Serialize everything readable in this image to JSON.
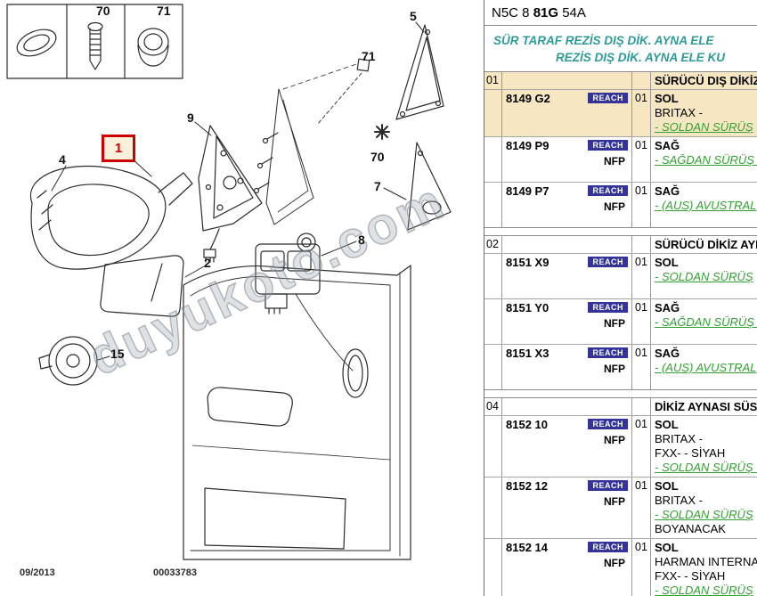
{
  "header": {
    "code_prefix": "N5C 8 ",
    "code_bold": "81G",
    "code_suffix": " 54A",
    "subtitle_line1": "SÜR TARAF REZİS DIŞ DİK. AYNA ELE",
    "subtitle_line2": "REZİS DIŞ DİK. AYNA ELE KU"
  },
  "table": {
    "groups": [
      {
        "id": "01",
        "title": "SÜRÜCÜ DIŞ DİKİZ",
        "highlight": true,
        "rows": [
          {
            "part": "8149 G2",
            "reach": "REACH",
            "nfp": "",
            "qty": "01",
            "highlight": true,
            "lines": [
              {
                "text": "SOL",
                "style": "bold"
              },
              {
                "text": "BRITAX -",
                "style": "plain"
              },
              {
                "text": "- SOLDAN SÜRÜŞ",
                "style": "note"
              }
            ]
          },
          {
            "part": "8149 P9",
            "reach": "REACH",
            "nfp": "NFP",
            "qty": "01",
            "lines": [
              {
                "text": "SAĞ",
                "style": "bold"
              },
              {
                "text": "- SAĞDAN SÜRÜŞ R",
                "style": "note"
              }
            ]
          },
          {
            "part": "8149 P7",
            "reach": "REACH",
            "nfp": "NFP",
            "qty": "01",
            "lines": [
              {
                "text": "SAĞ",
                "style": "bold"
              },
              {
                "text": "- (AUS) AVUSTRAL",
                "style": "note"
              }
            ]
          }
        ]
      },
      {
        "id": "02",
        "title": "SÜRÜCÜ DİKİZ AYN",
        "highlight": false,
        "rows": [
          {
            "part": "8151 X9",
            "reach": "REACH",
            "nfp": "",
            "qty": "01",
            "lines": [
              {
                "text": "SOL",
                "style": "bold"
              },
              {
                "text": "- SOLDAN SÜRÜŞ",
                "style": "note"
              }
            ]
          },
          {
            "part": "8151 Y0",
            "reach": "REACH",
            "nfp": "NFP",
            "qty": "01",
            "lines": [
              {
                "text": "SAĞ",
                "style": "bold"
              },
              {
                "text": "- SAĞDAN SÜRÜŞ R",
                "style": "note"
              }
            ]
          },
          {
            "part": "8151 X3",
            "reach": "REACH",
            "nfp": "NFP",
            "qty": "01",
            "lines": [
              {
                "text": "SAĞ",
                "style": "bold"
              },
              {
                "text": "- (AUS) AVUSTRAL",
                "style": "note"
              }
            ]
          }
        ]
      },
      {
        "id": "04",
        "title": "DİKİZ AYNASI SÜSÜ",
        "highlight": false,
        "rows": [
          {
            "part": "8152 10",
            "reach": "REACH",
            "nfp": "NFP",
            "qty": "01",
            "lines": [
              {
                "text": "SOL",
                "style": "bold"
              },
              {
                "text": "BRITAX -",
                "style": "plain"
              },
              {
                "text": "FXX- - SİYAH",
                "style": "plain"
              },
              {
                "text": "- SOLDAN SÜRÜŞ V",
                "style": "note"
              }
            ]
          },
          {
            "part": "8152 12",
            "reach": "REACH",
            "nfp": "NFP",
            "qty": "01",
            "lines": [
              {
                "text": "SOL",
                "style": "bold"
              },
              {
                "text": "BRITAX -",
                "style": "plain"
              },
              {
                "text": "- SOLDAN SÜRÜŞ",
                "style": "note"
              },
              {
                "text": "BOYANACAK",
                "style": "plain"
              }
            ]
          },
          {
            "part": "8152 14",
            "reach": "REACH",
            "nfp": "NFP",
            "qty": "01",
            "lines": [
              {
                "text": "SOL",
                "style": "bold"
              },
              {
                "text": "HARMAN INTERNAT",
                "style": "plain"
              },
              {
                "text": "FXX- - SİYAH",
                "style": "plain"
              },
              {
                "text": "- SOLDAN SÜRÜŞ",
                "style": "note"
              }
            ]
          }
        ]
      }
    ]
  },
  "diagram": {
    "watermark": "duyukoto.com",
    "footer_date": "09/2013",
    "footer_doc_number": "00033783",
    "callouts": {
      "legend_70": "70",
      "legend_71": "71",
      "item_1": "1",
      "item_2": "2",
      "item_4": "4",
      "item_5": "5",
      "item_7": "7",
      "item_8": "8",
      "item_9": "9",
      "item_15": "15",
      "item_70": "70",
      "item_71": "71"
    }
  },
  "colors": {
    "accent_teal": "#2E9A9A",
    "note_green": "#33A033",
    "reach_blue": "#333399",
    "highlight_yellow": "#F6E7C2",
    "callout_red": "#CC0000"
  }
}
